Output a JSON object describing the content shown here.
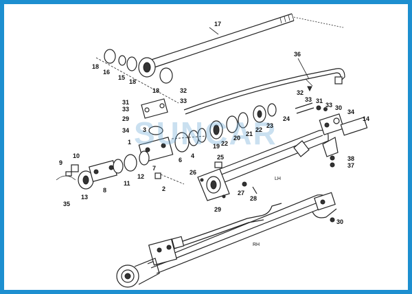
{
  "watermark": "SUNCAR",
  "colors": {
    "frame": "#1d8fd0",
    "watermark": "#6aa9d6",
    "ink": "#222222"
  },
  "part_labels": [
    "17",
    "36",
    "18",
    "16",
    "15",
    "18",
    "18",
    "32",
    "31",
    "33",
    "33",
    "29",
    "34",
    "3",
    "1",
    "10",
    "9",
    "7",
    "13",
    "8",
    "11",
    "12",
    "2",
    "35",
    "4",
    "6",
    "19",
    "20",
    "22",
    "23",
    "21",
    "22",
    "24",
    "26",
    "25",
    "27",
    "28",
    "32",
    "33",
    "31",
    "33",
    "30",
    "34",
    "14",
    "38",
    "37",
    "29",
    "30"
  ],
  "side_labels": {
    "lh": "LH",
    "rh": "RH"
  }
}
